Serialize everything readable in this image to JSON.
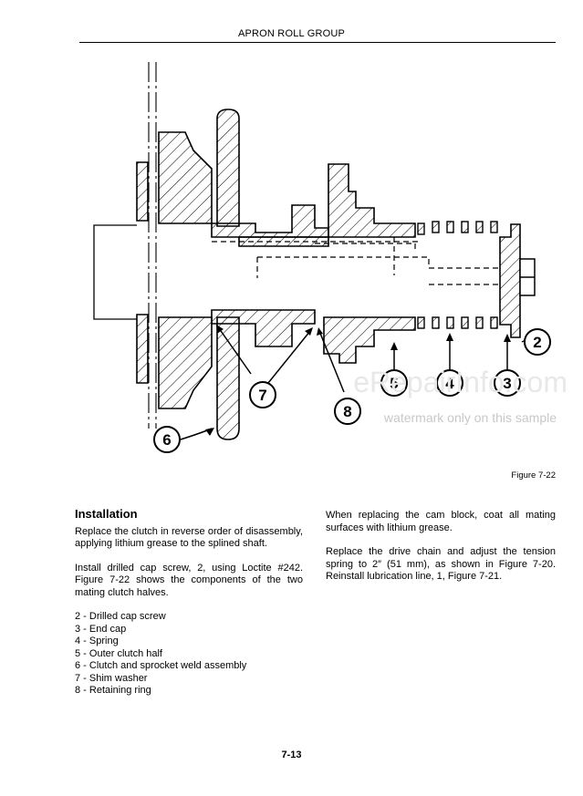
{
  "header": {
    "title": "APRON ROLL GROUP"
  },
  "figure": {
    "callouts": [
      "2",
      "3",
      "4",
      "5",
      "6",
      "7",
      "8"
    ],
    "watermark": "eRepairInfo.com",
    "watermark_note": "watermark only on this sample",
    "caption": "Figure 7-22"
  },
  "installation": {
    "heading": "Installation",
    "para1": "Replace the clutch in reverse order of disassembly, applying lithium grease to the splined shaft.",
    "para2": "Install drilled cap screw, 2, using Loctite #242. Figure 7-22 shows the components of the two mating clutch halves.",
    "parts": [
      "2 - Drilled cap screw",
      "3 - End cap",
      "4 - Spring",
      "5 - Outer clutch half",
      "6 - Clutch and sprocket weld assembly",
      "7 - Shim washer",
      "8 - Retaining ring"
    ]
  },
  "right_column": {
    "para1": "When replacing the cam block, coat all mating surfaces with lithium grease.",
    "para2": "Replace the drive chain and adjust the tension spring to 2″ (51 mm), as shown in Figure 7-20. Reinstall lubrication line, 1, Figure 7-21."
  },
  "page_number": "7-13"
}
